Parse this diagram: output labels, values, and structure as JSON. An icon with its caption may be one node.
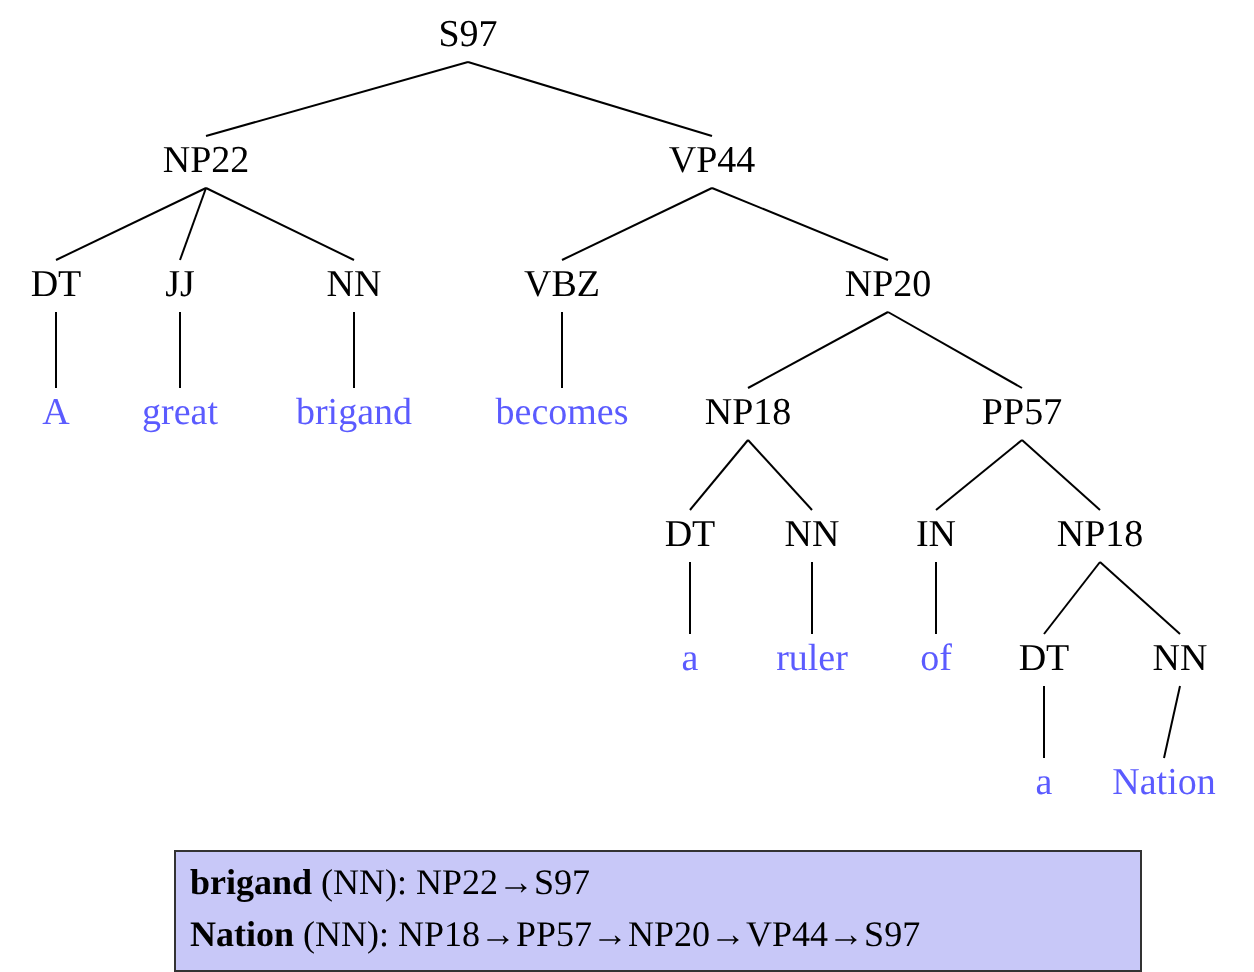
{
  "diagram": {
    "nodes": [
      {
        "text": [
          "S97"
        ]
      },
      {
        "text": [
          "NP22"
        ]
      },
      {
        "text": [
          "VP44"
        ]
      },
      {
        "text": [
          "DT"
        ]
      },
      {
        "text": [
          "JJ"
        ]
      },
      {
        "text": [
          "NN"
        ]
      },
      {
        "text": [
          "VBZ"
        ]
      },
      {
        "text": [
          "NP20"
        ]
      },
      {
        "text": [
          "A"
        ]
      },
      {
        "text": [
          "great"
        ]
      },
      {
        "text": [
          "brigand"
        ]
      },
      {
        "text": [
          "becomes"
        ]
      },
      {
        "text": [
          "NP18"
        ]
      },
      {
        "text": [
          "PP57"
        ]
      },
      {
        "text": [
          "DT"
        ]
      },
      {
        "text": [
          "NN"
        ]
      },
      {
        "text": [
          "IN"
        ]
      },
      {
        "text": [
          "NP18"
        ]
      },
      {
        "text": [
          "a"
        ]
      },
      {
        "text": [
          "ruler"
        ]
      },
      {
        "text": [
          "of"
        ]
      },
      {
        "text": [
          "DT"
        ]
      },
      {
        "text": [
          "NN"
        ]
      },
      {
        "text": [
          "a"
        ]
      },
      {
        "text": [
          "Nation"
        ]
      },
      {
        "text": [
          "**brigand** (NN): NP22→S97",
          "**Nation** (NN): NP18→PP57→NP20→VP44→S97"
        ]
      }
    ],
    "edges": [
      {
        "from": 0,
        "to": 1,
        "arrow": "none"
      },
      {
        "from": 0,
        "to": 2,
        "arrow": "none"
      },
      {
        "from": 1,
        "to": 3,
        "arrow": "none"
      },
      {
        "from": 1,
        "to": 4,
        "arrow": "none"
      },
      {
        "from": 1,
        "to": 5,
        "arrow": "none"
      },
      {
        "from": 2,
        "to": 6,
        "arrow": "none"
      },
      {
        "from": 2,
        "to": 7,
        "arrow": "none"
      },
      {
        "from": 3,
        "to": 8,
        "arrow": "none"
      },
      {
        "from": 4,
        "to": 9,
        "arrow": "none"
      },
      {
        "from": 5,
        "to": 10,
        "arrow": "none"
      },
      {
        "from": 6,
        "to": 11,
        "arrow": "none"
      },
      {
        "from": 7,
        "to": 12,
        "arrow": "none"
      },
      {
        "from": 7,
        "to": 13,
        "arrow": "none"
      },
      {
        "from": 12,
        "to": 14,
        "arrow": "none"
      },
      {
        "from": 12,
        "to": 15,
        "arrow": "none"
      },
      {
        "from": 13,
        "to": 16,
        "arrow": "none"
      },
      {
        "from": 13,
        "to": 17,
        "arrow": "none"
      },
      {
        "from": 14,
        "to": 18,
        "arrow": "none"
      },
      {
        "from": 15,
        "to": 19,
        "arrow": "none"
      },
      {
        "from": 16,
        "to": 20,
        "arrow": "none"
      },
      {
        "from": 17,
        "to": 21,
        "arrow": "none"
      },
      {
        "from": 17,
        "to": 22,
        "arrow": "none"
      },
      {
        "from": 21,
        "to": 23,
        "arrow": "none"
      },
      {
        "from": 22,
        "to": 24,
        "arrow": "none"
      }
    ]
  }
}
